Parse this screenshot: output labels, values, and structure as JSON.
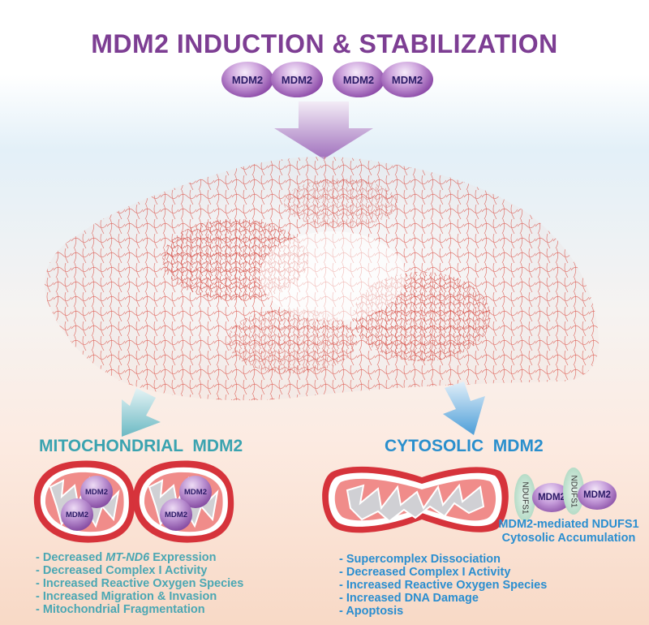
{
  "title": "MDM2 INDUCTION & STABILIZATION",
  "mdm2_label": "MDM2",
  "mitochondrial": {
    "label": "MITOCHONDRIAL  MDM2",
    "effects": [
      "- Decreased ",
      "MT-ND6",
      " Expression",
      "- Decreased Complex I Activity",
      "- Increased Reactive Oxygen Species",
      "- Increased Migration & Invasion",
      "- Mitochondrial Fragmentation"
    ]
  },
  "cytosolic": {
    "label": "CYTOSOLIC  MDM2",
    "ndufs1_label": "NDUFS1",
    "caption_line1": "MDM2-mediated NDUFS1",
    "caption_line2": "Cytosolic Accumulation",
    "effects": [
      "- Supercomplex Dissociation",
      "- Decreased Complex I Activity",
      "- Increased Reactive Oxygen Species",
      "- Increased DNA Damage",
      "- Apoptosis"
    ]
  },
  "colors": {
    "title": "#7d3e93",
    "mitochondrial": "#3aa3b0",
    "cytosolic": "#2a8fcd",
    "network": "#d8352a"
  }
}
